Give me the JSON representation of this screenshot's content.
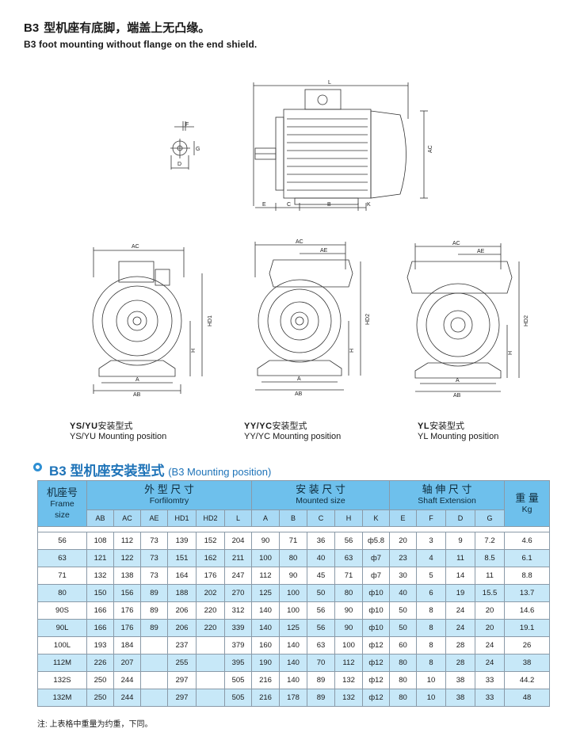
{
  "header": {
    "code": "B3",
    "title_cn": "型机座有底脚，端盖上无凸缘。",
    "title_en": "B3 foot mounting without flange on the end shield."
  },
  "drawing_labels": {
    "L": "L",
    "F": "F",
    "G": "G",
    "D": "D",
    "AC": "AC",
    "E": "E",
    "C": "C",
    "B": "B",
    "K": "K",
    "AE": "AE",
    "HD1": "HD1",
    "HD2": "HD2",
    "H": "H",
    "A": "A",
    "AB": "AB"
  },
  "captions": [
    {
      "code": "YS/YU",
      "cn": "安装型式",
      "en": "YS/YU Mounting position"
    },
    {
      "code": "YY/YC",
      "cn": "安装型式",
      "en": "YY/YC Mounting position"
    },
    {
      "code": "YL",
      "cn": "安装型式",
      "en": "YL Mounting position"
    }
  ],
  "section": {
    "title_cn": "B3 型机座安装型式",
    "title_en": "(B3 Mounting position)"
  },
  "table": {
    "frame_header": {
      "cn": "机座号",
      "en1": "Frame",
      "en2": "size"
    },
    "groups": [
      {
        "cn": "外 型 尺 寸",
        "en": "Forfilomtry"
      },
      {
        "cn": "安 装 尺 寸",
        "en": "Mounted size"
      },
      {
        "cn": "轴 伸 尺 寸",
        "en": "Shaft Extension"
      }
    ],
    "weight_header": {
      "cn": "重 量",
      "en": "Kg"
    },
    "columns": [
      "AB",
      "AC",
      "AE",
      "HD1",
      "HD2",
      "L",
      "A",
      "B",
      "C",
      "H",
      "K",
      "E",
      "F",
      "D",
      "G"
    ],
    "rows": [
      [
        "56",
        "108",
        "112",
        "73",
        "139",
        "152",
        "204",
        "90",
        "71",
        "36",
        "56",
        "ф5.8",
        "20",
        "3",
        "9",
        "7.2",
        "4.6"
      ],
      [
        "63",
        "121",
        "122",
        "73",
        "151",
        "162",
        "211",
        "100",
        "80",
        "40",
        "63",
        "ф7",
        "23",
        "4",
        "11",
        "8.5",
        "6.1"
      ],
      [
        "71",
        "132",
        "138",
        "73",
        "164",
        "176",
        "247",
        "112",
        "90",
        "45",
        "71",
        "ф7",
        "30",
        "5",
        "14",
        "11",
        "8.8"
      ],
      [
        "80",
        "150",
        "156",
        "89",
        "188",
        "202",
        "270",
        "125",
        "100",
        "50",
        "80",
        "ф10",
        "40",
        "6",
        "19",
        "15.5",
        "13.7"
      ],
      [
        "90S",
        "166",
        "176",
        "89",
        "206",
        "220",
        "312",
        "140",
        "100",
        "56",
        "90",
        "ф10",
        "50",
        "8",
        "24",
        "20",
        "14.6"
      ],
      [
        "90L",
        "166",
        "176",
        "89",
        "206",
        "220",
        "339",
        "140",
        "125",
        "56",
        "90",
        "ф10",
        "50",
        "8",
        "24",
        "20",
        "19.1"
      ],
      [
        "100L",
        "193",
        "184",
        "",
        "237",
        "",
        "379",
        "160",
        "140",
        "63",
        "100",
        "ф12",
        "60",
        "8",
        "28",
        "24",
        "26"
      ],
      [
        "112M",
        "226",
        "207",
        "",
        "255",
        "",
        "395",
        "190",
        "140",
        "70",
        "112",
        "ф12",
        "80",
        "8",
        "28",
        "24",
        "38"
      ],
      [
        "132S",
        "250",
        "244",
        "",
        "297",
        "",
        "505",
        "216",
        "140",
        "89",
        "132",
        "ф12",
        "80",
        "10",
        "38",
        "33",
        "44.2"
      ],
      [
        "132M",
        "250",
        "244",
        "",
        "297",
        "",
        "505",
        "216",
        "178",
        "89",
        "132",
        "ф12",
        "80",
        "10",
        "38",
        "33",
        "48"
      ]
    ]
  },
  "note": "注: 上表格中重量为约重，下同。"
}
